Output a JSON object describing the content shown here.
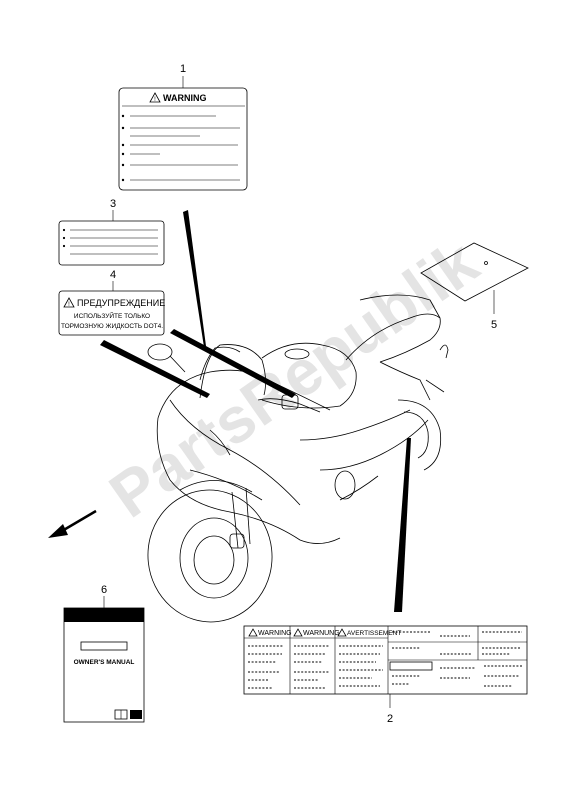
{
  "watermark": "PartsRepublik",
  "callouts": [
    "1",
    "2",
    "3",
    "4",
    "5",
    "6"
  ],
  "label1": {
    "title": "WARNING"
  },
  "label2": {
    "headings": [
      "WARNING",
      "WARNUNG",
      "AVERTISSEMENT"
    ]
  },
  "label4": {
    "title": "ПРЕДУПРЕЖДЕНИЕ",
    "line1": "ИСПОЛЬЗУЙТЕ ТОЛЬКО",
    "line2": "ТОРМОЗНУЮ ЖИДКОСТЬ DOT4."
  },
  "label6": {
    "title": "OWNER'S MANUAL"
  },
  "icons": [
    "warning-triangle-icon",
    "direction-arrow-icon",
    "book-icon"
  ]
}
